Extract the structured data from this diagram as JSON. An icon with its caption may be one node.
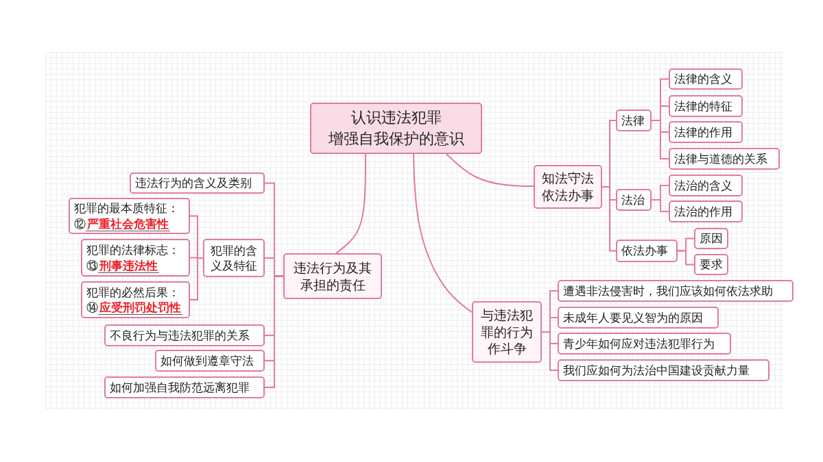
{
  "diagram": {
    "nodes": [
      {
        "text": [
          "认识违法犯罪",
          "增强自我保护的意识"
        ]
      },
      {
        "text": [
          "违法行为及其承担的责任"
        ]
      },
      {
        "text": [
          "违法行为的含义及类别"
        ]
      },
      {
        "text": [
          "犯罪的含义及特征"
        ]
      },
      {
        "text": [
          "犯罪的最本质特征：",
          "⑫",
          "严重社会危害性"
        ]
      },
      {
        "text": [
          "犯罪的法律标志：",
          "⑬",
          "刑事违法性"
        ]
      },
      {
        "text": [
          "犯罪的必然后果：",
          "⑭",
          "应受刑罚处罚性"
        ]
      },
      {
        "text": [
          "不良行为与违法犯罪的关系"
        ]
      },
      {
        "text": [
          "如何做到遵章守法"
        ]
      },
      {
        "text": [
          "如何加强自我防范远离犯罪"
        ]
      },
      {
        "text": [
          "知法守法依法办事"
        ]
      },
      {
        "text": [
          "法律"
        ]
      },
      {
        "text": [
          "法律的含义"
        ]
      },
      {
        "text": [
          "法律的特征"
        ]
      },
      {
        "text": [
          "法律的作用"
        ]
      },
      {
        "text": [
          "法律与道德的关系"
        ]
      },
      {
        "text": [
          "法治"
        ]
      },
      {
        "text": [
          "法治的含义"
        ]
      },
      {
        "text": [
          "法治的作用"
        ]
      },
      {
        "text": [
          "依法办事"
        ]
      },
      {
        "text": [
          "原因"
        ]
      },
      {
        "text": [
          "要求"
        ]
      },
      {
        "text": [
          "与违法犯罪的行为作斗争"
        ]
      },
      {
        "text": [
          "遭遇非法侵害时，我们应该如何依法求助"
        ]
      },
      {
        "text": [
          "未成年人要见义智为的原因"
        ]
      },
      {
        "text": [
          "青少年如何应对违法犯罪行为"
        ]
      },
      {
        "text": [
          "我们应如何为法治中国建设贡献力量"
        ]
      }
    ],
    "edges": [
      {
        "from": 0,
        "to": 1,
        "arrow": "none"
      },
      {
        "from": 0,
        "to": 10,
        "arrow": "none"
      },
      {
        "from": 0,
        "to": 22,
        "arrow": "none"
      },
      {
        "from": 1,
        "to": 2,
        "arrow": "none"
      },
      {
        "from": 1,
        "to": 3,
        "arrow": "none"
      },
      {
        "from": 1,
        "to": 7,
        "arrow": "none"
      },
      {
        "from": 1,
        "to": 8,
        "arrow": "none"
      },
      {
        "from": 1,
        "to": 9,
        "arrow": "none"
      },
      {
        "from": 3,
        "to": 4,
        "arrow": "none"
      },
      {
        "from": 3,
        "to": 5,
        "arrow": "none"
      },
      {
        "from": 3,
        "to": 6,
        "arrow": "none"
      },
      {
        "from": 10,
        "to": 11,
        "arrow": "none"
      },
      {
        "from": 10,
        "to": 16,
        "arrow": "none"
      },
      {
        "from": 10,
        "to": 19,
        "arrow": "none"
      },
      {
        "from": 11,
        "to": 12,
        "arrow": "none"
      },
      {
        "from": 11,
        "to": 13,
        "arrow": "none"
      },
      {
        "from": 11,
        "to": 14,
        "arrow": "none"
      },
      {
        "from": 11,
        "to": 15,
        "arrow": "none"
      },
      {
        "from": 16,
        "to": 17,
        "arrow": "none"
      },
      {
        "from": 16,
        "to": 18,
        "arrow": "none"
      },
      {
        "from": 19,
        "to": 20,
        "arrow": "none"
      },
      {
        "from": 19,
        "to": 21,
        "arrow": "none"
      },
      {
        "from": 22,
        "to": 23,
        "arrow": "none"
      },
      {
        "from": 22,
        "to": 24,
        "arrow": "none"
      },
      {
        "from": 22,
        "to": 25,
        "arrow": "none"
      },
      {
        "from": 22,
        "to": 26,
        "arrow": "none"
      }
    ]
  }
}
